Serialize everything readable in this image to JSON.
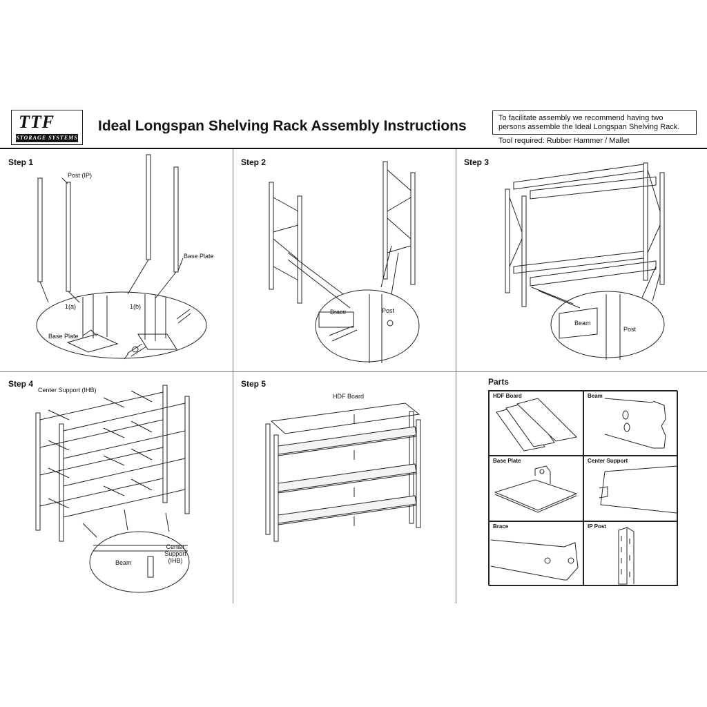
{
  "header": {
    "logo_text": "TTF",
    "logo_subtext": "STORAGE SYSTEMS",
    "title": "Ideal Longspan Shelving Rack Assembly Instructions",
    "note": "To facilitate assembly we recommend having two persons assemble the Ideal Longspan Shelving Rack.",
    "tool": "Tool required: Rubber Hammer / Mallet"
  },
  "steps": [
    {
      "title": "Step 1",
      "labels": {
        "post": "Post (IP)",
        "base_plate": "Base Plate",
        "a": "1(a)",
        "b": "1(b)",
        "base_plate_detail": "Base Plate"
      }
    },
    {
      "title": "Step 2",
      "labels": {
        "brace": "Brace",
        "post": "Post"
      }
    },
    {
      "title": "Step 3",
      "labels": {
        "beam": "Beam",
        "post": "Post"
      }
    },
    {
      "title": "Step 4",
      "labels": {
        "center_support": "Center Support (IHB)",
        "beam": "Beam",
        "center_support_detail": "Center Support (IHB)"
      }
    },
    {
      "title": "Step 5",
      "labels": {
        "hdf_board": "HDF Board"
      }
    }
  ],
  "parts": {
    "title": "Parts",
    "items": [
      "HDF Board",
      "Beam",
      "Base Plate",
      "Center Support",
      "Brace",
      "IP Post"
    ]
  }
}
